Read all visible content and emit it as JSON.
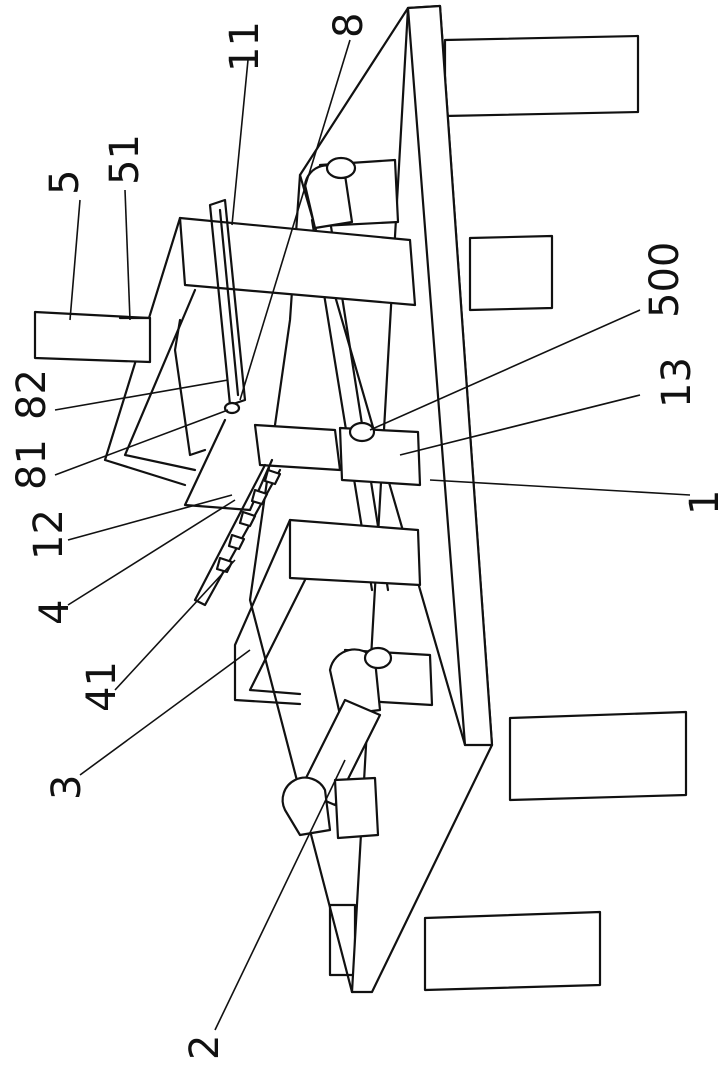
{
  "diagram": {
    "labels": [
      {
        "id": "1",
        "text": "1"
      },
      {
        "id": "2",
        "text": "2"
      },
      {
        "id": "3",
        "text": "3"
      },
      {
        "id": "4",
        "text": "4"
      },
      {
        "id": "5",
        "text": "5"
      },
      {
        "id": "8",
        "text": "8"
      },
      {
        "id": "11",
        "text": "11"
      },
      {
        "id": "12",
        "text": "12"
      },
      {
        "id": "13",
        "text": "13"
      },
      {
        "id": "41",
        "text": "41"
      },
      {
        "id": "51",
        "text": "51"
      },
      {
        "id": "81",
        "text": "81"
      },
      {
        "id": "82",
        "text": "82"
      },
      {
        "id": "500",
        "text": "500"
      }
    ]
  }
}
